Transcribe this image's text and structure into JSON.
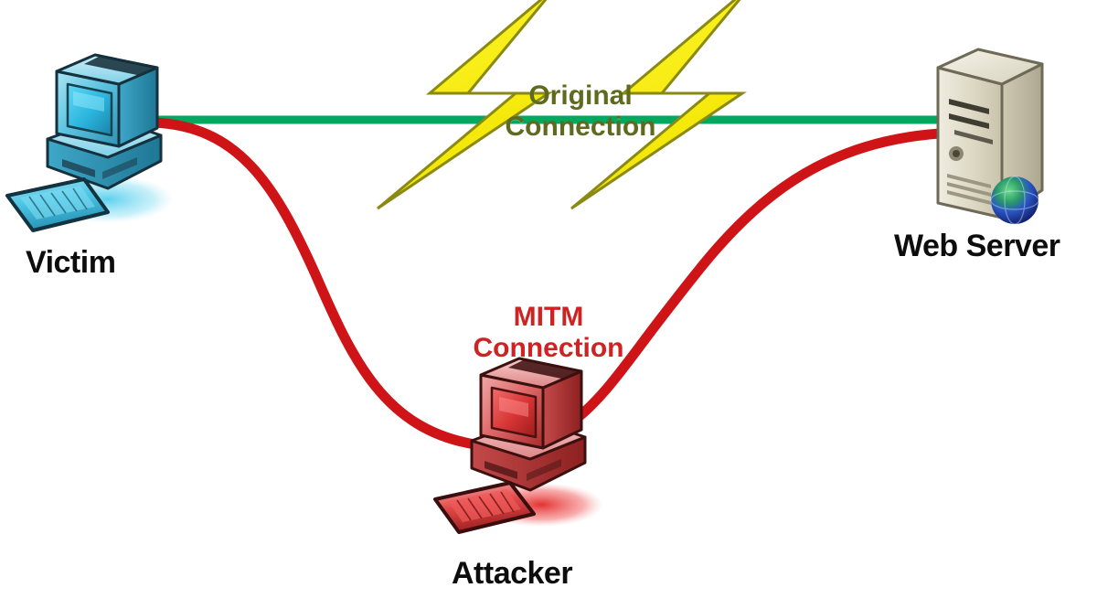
{
  "diagram": {
    "title": "Man-in-the-Middle (MITM) attack diagram",
    "background_color": "#ffffff",
    "nodes": [
      {
        "id": "victim",
        "label": "Victim",
        "icon": "desktop-computer-icon",
        "color": "#59c3e0"
      },
      {
        "id": "webserver",
        "label": "Web Server",
        "icon": "server-tower-icon",
        "color": "#ded9c4"
      },
      {
        "id": "attacker",
        "label": "Attacker",
        "icon": "desktop-computer-icon",
        "color": "#e05a5a"
      }
    ],
    "connections": [
      {
        "id": "original",
        "label_line1": "Original",
        "label_line2": "Connection",
        "color": "#00a860",
        "text_color": "#5e6b1f",
        "style": "straight",
        "from": "victim",
        "to": "webserver",
        "broken_marker": "lightning-bolt-icon",
        "broken_marker_color": "#f9ef1c",
        "broken_marker_count": 2
      },
      {
        "id": "mitm",
        "label_line1": "MITM",
        "label_line2": "Connection",
        "color": "#cf1417",
        "text_color": "#cf2222",
        "style": "curved",
        "from": "victim",
        "via": "attacker",
        "to": "webserver"
      }
    ]
  }
}
